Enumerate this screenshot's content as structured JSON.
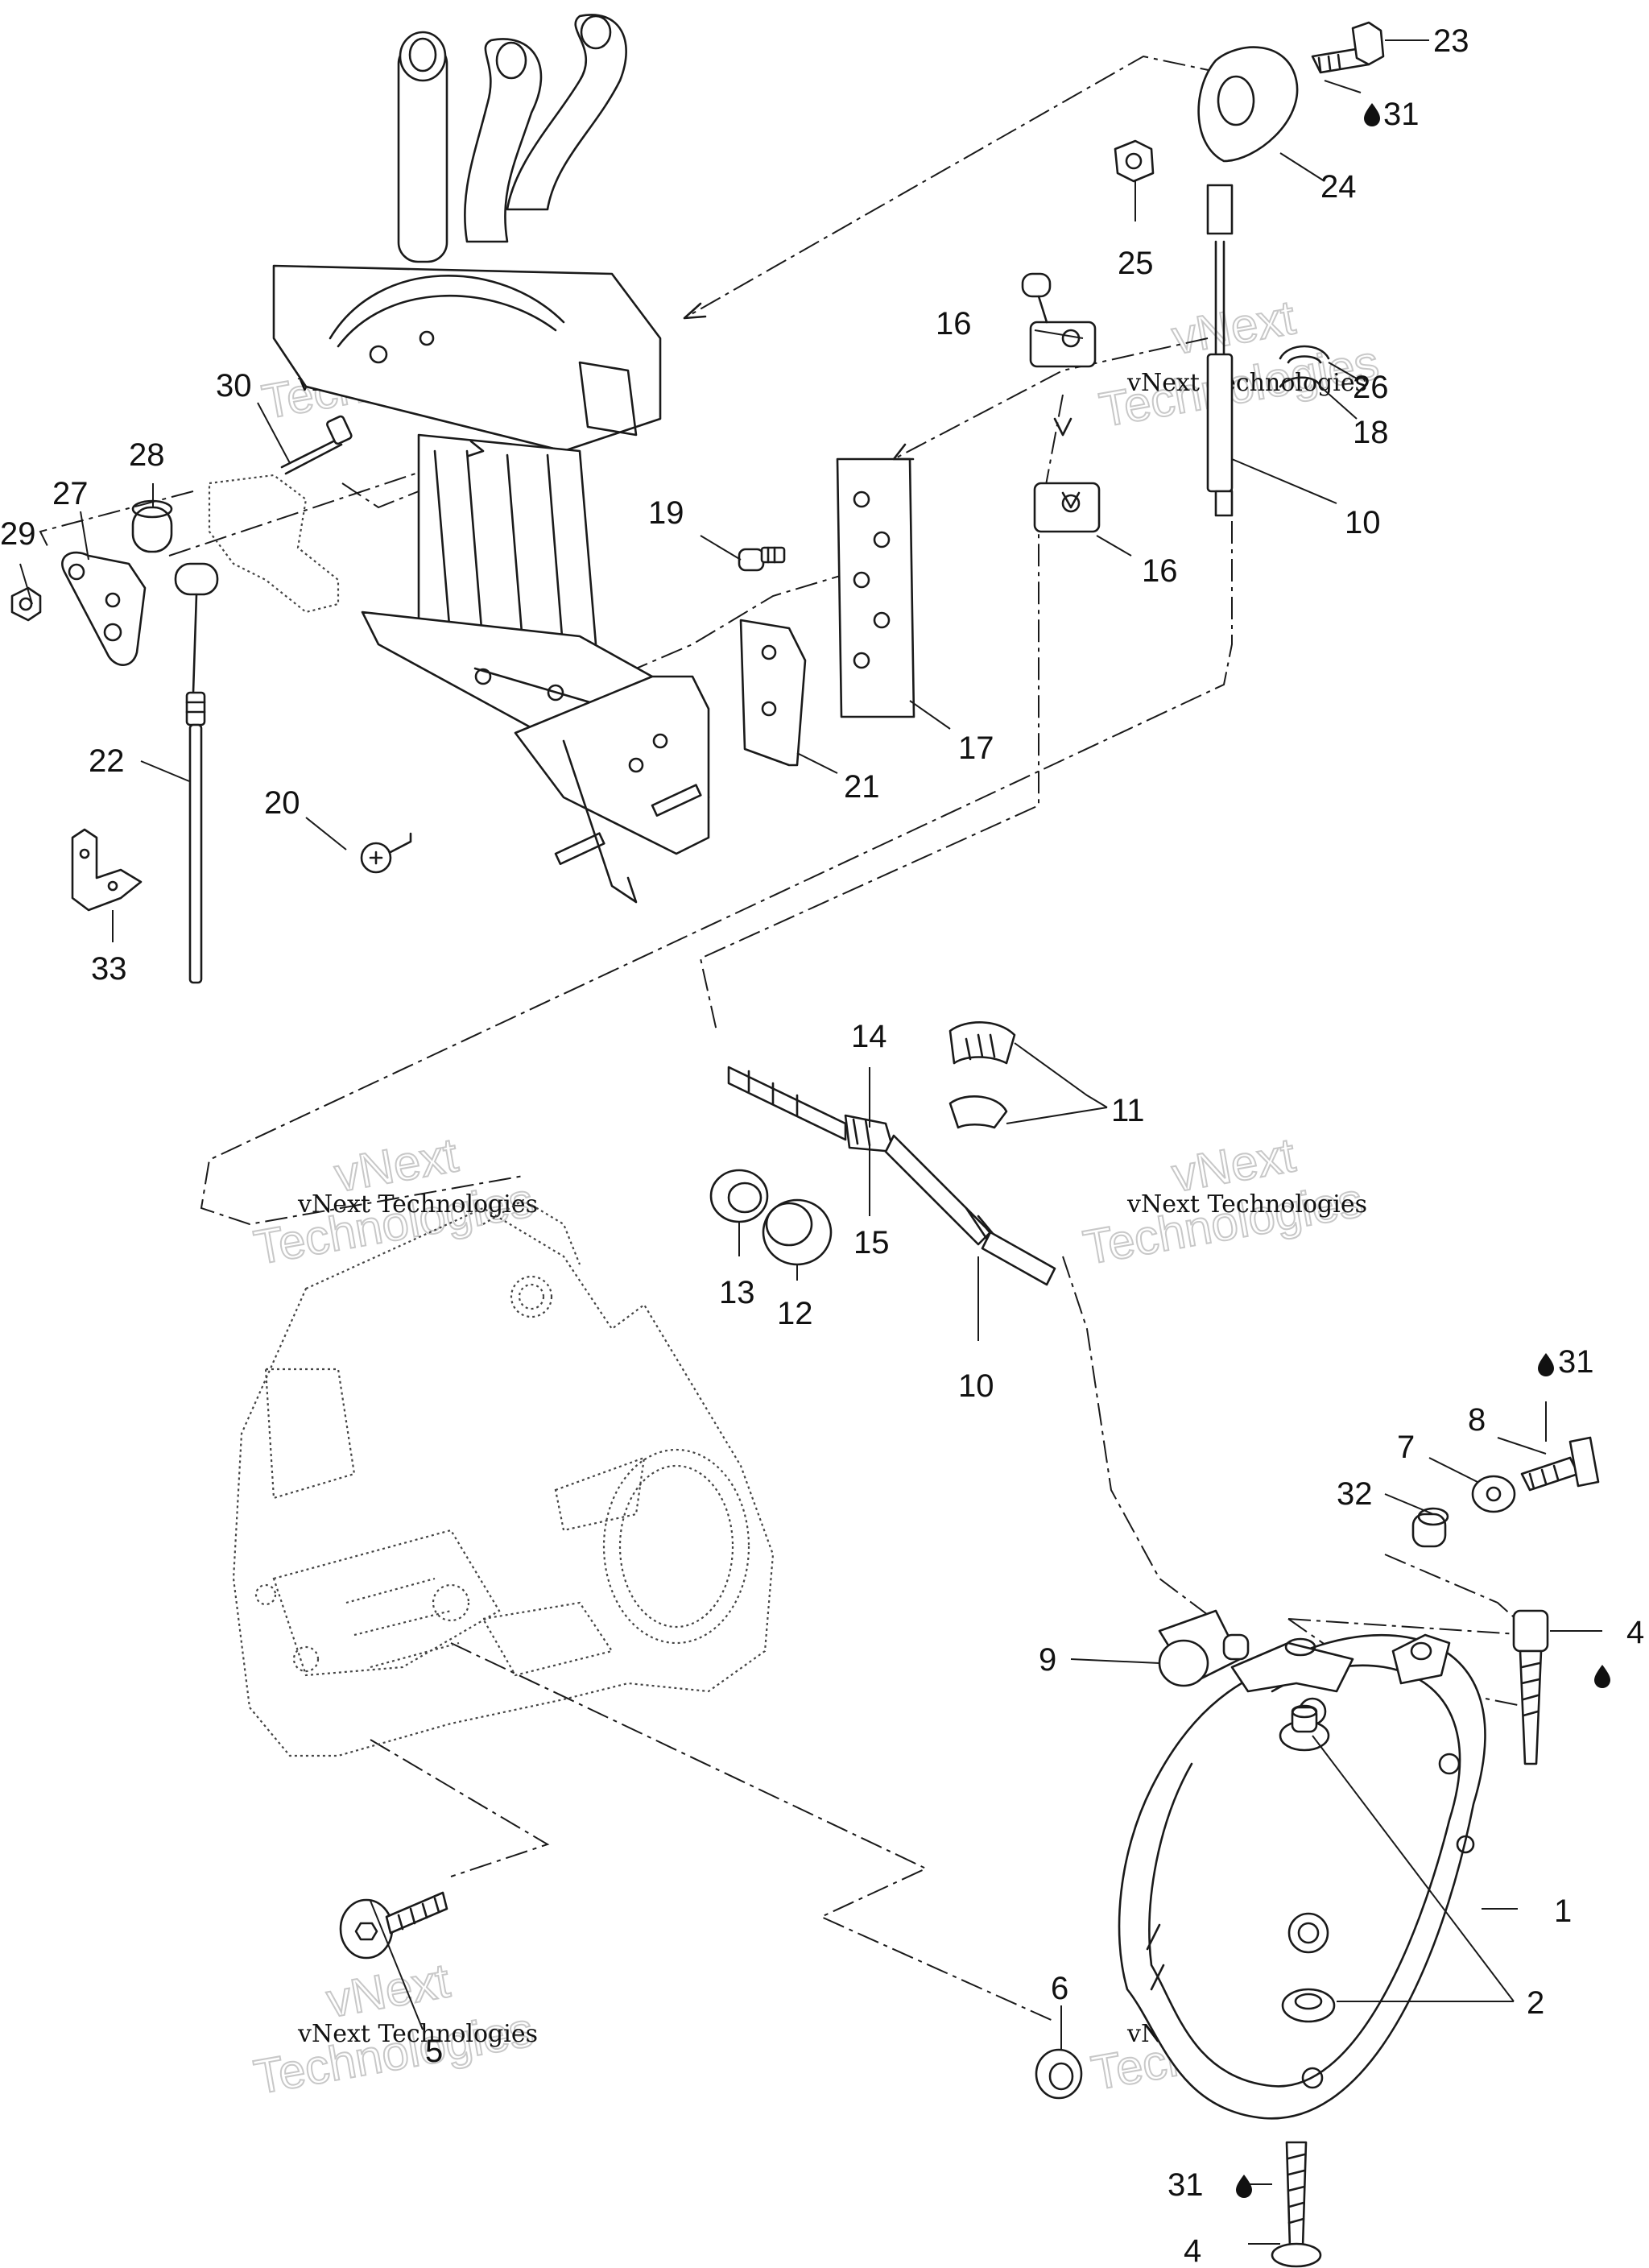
{
  "watermark": {
    "line1": "vNext Technologies",
    "big_line1": "vNext",
    "big_line2": "Technologies"
  },
  "callouts": {
    "c1": "1",
    "c2": "2",
    "c4a": "4",
    "c4b": "4",
    "c5": "5",
    "c6": "6",
    "c7": "7",
    "c8": "8",
    "c9": "9",
    "c10a": "10",
    "c10b": "10",
    "c11": "11",
    "c12": "12",
    "c13": "13",
    "c14": "14",
    "c15": "15",
    "c16a": "16",
    "c16b": "16",
    "c17": "17",
    "c18": "18",
    "c19": "19",
    "c20": "20",
    "c21": "21",
    "c22": "22",
    "c23": "23",
    "c24": "24",
    "c25": "25",
    "c26": "26",
    "c27": "27",
    "c28": "28",
    "c29": "29",
    "c30": "30",
    "c31a": "31",
    "c31b": "31",
    "c31c": "31",
    "c32": "32",
    "c33": "33"
  }
}
